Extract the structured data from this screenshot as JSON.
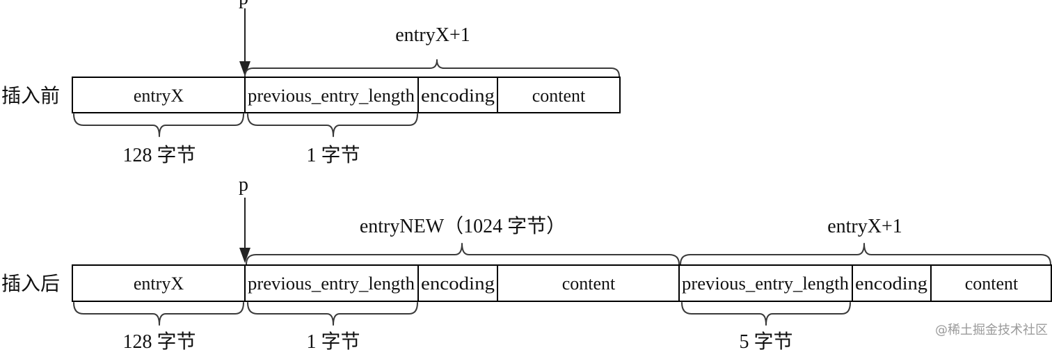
{
  "top": {
    "row_label": "插入前",
    "pointer_label": "p",
    "cells": [
      "entryX",
      "previous_entry_length",
      "encoding",
      "content"
    ],
    "group_label": "entryX+1",
    "size_labels": [
      "128 字节",
      "1 字节"
    ]
  },
  "bottom": {
    "row_label": "插入后",
    "pointer_label": "p",
    "cells": [
      "entryX",
      "previous_entry_length",
      "encoding",
      "content",
      "previous_entry_length",
      "encoding",
      "content"
    ],
    "group_labels": [
      "entryNEW（1024 字节）",
      "entryX+1"
    ],
    "size_labels": [
      "128 字节",
      "1 字节",
      "5 字节"
    ]
  },
  "watermark": "@稀土掘金技术社区"
}
